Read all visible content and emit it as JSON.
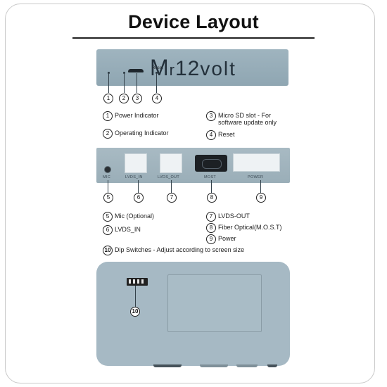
{
  "title": "Device Layout",
  "brand": {
    "prefix": "M",
    "r": "r",
    "num": "12",
    "suffix": "volt"
  },
  "reset_label": "Reset",
  "numbers": [
    "1",
    "2",
    "3",
    "4",
    "5",
    "6",
    "7",
    "8",
    "9",
    "10"
  ],
  "legend_top": [
    {
      "num": "1",
      "text": "Power Indicator"
    },
    {
      "num": "2",
      "text": "Operating Indicator"
    },
    {
      "num": "3",
      "text": "Micro SD slot - For",
      "text2": "software update only"
    },
    {
      "num": "4",
      "text": "Reset"
    }
  ],
  "port_labels": {
    "mic": "MIC",
    "lvds_in": "LVDS_IN",
    "lvds_out": "LVDS_OUT",
    "most": "MOST",
    "power": "POWER"
  },
  "legend_mid": [
    {
      "num": "5",
      "text": "Mic (Optional)"
    },
    {
      "num": "6",
      "text": "LVDS_IN"
    },
    {
      "num": "7",
      "text": "LVDS-OUT"
    },
    {
      "num": "8",
      "text": "Fiber Optical(M.O.S.T)"
    },
    {
      "num": "9",
      "text": "Power"
    },
    {
      "num": "10",
      "text": "Dip Switches - Adjust according to screen size"
    }
  ]
}
